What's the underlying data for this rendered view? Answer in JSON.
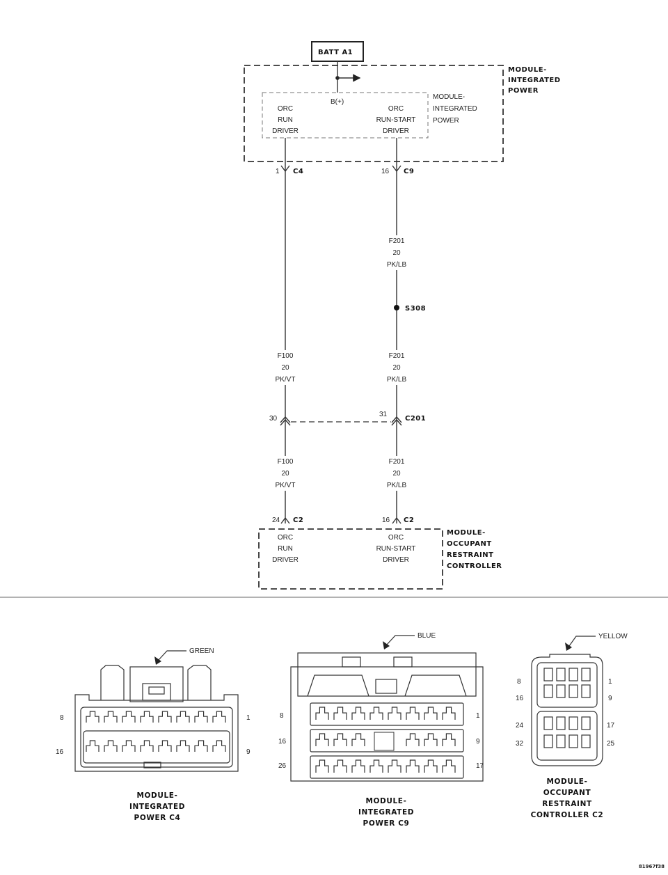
{
  "schematic": {
    "battery_label": "BATT A1",
    "ipm_title": [
      "MODULE-",
      "INTEGRATED",
      "POWER"
    ],
    "ipm_inner_title": [
      "MODULE-",
      "INTEGRATED",
      "POWER"
    ],
    "bplus_label": "B(+)",
    "ipm_driver_left": [
      "ORC",
      "RUN",
      "DRIVER"
    ],
    "ipm_driver_right": [
      "ORC",
      "RUN-START",
      "DRIVER"
    ],
    "left_connector_pin": "1",
    "left_connector_name": "C4",
    "right_connector_pin": "16",
    "right_connector_name": "C9",
    "wire_right_top": [
      "F201",
      "20",
      "PK/LB"
    ],
    "splice_label": "S308",
    "wire_left_mid": [
      "F100",
      "20",
      "PK/VT"
    ],
    "wire_right_mid": [
      "F201",
      "20",
      "PK/LB"
    ],
    "inline_left_pin": "30",
    "inline_right_pin": "31",
    "inline_connector_name": "C201",
    "wire_left_bottom": [
      "F100",
      "20",
      "PK/VT"
    ],
    "wire_right_bottom": [
      "F201",
      "20",
      "PK/LB"
    ],
    "orc_left_pin": "24",
    "orc_left_connector": "C2",
    "orc_right_pin": "16",
    "orc_right_connector": "C2",
    "orc_driver_left": [
      "ORC",
      "RUN",
      "DRIVER"
    ],
    "orc_driver_right": [
      "ORC",
      "RUN-START",
      "DRIVER"
    ],
    "orc_title": [
      "MODULE-",
      "OCCUPANT",
      "RESTRAINT",
      "CONTROLLER"
    ]
  },
  "connector_views": {
    "c4": {
      "color": "GREEN",
      "pins": {
        "top_left": "8",
        "top_right": "1",
        "bottom_left": "16",
        "bottom_right": "9"
      },
      "caption": [
        "MODULE-",
        "INTEGRATED",
        "POWER C4"
      ]
    },
    "c9": {
      "color": "BLUE",
      "pins": {
        "row1_left": "8",
        "row1_right": "1",
        "row2_left": "16",
        "row2_right": "9",
        "row3_left": "26",
        "row3_right": "17"
      },
      "caption": [
        "MODULE-",
        "INTEGRATED",
        "POWER C9"
      ]
    },
    "c2": {
      "color": "YELLOW",
      "pins": {
        "r1_left": "8",
        "r1_right": "1",
        "r2_left": "16",
        "r2_right": "9",
        "r3_left": "24",
        "r3_right": "17",
        "r4_left": "32",
        "r4_right": "25"
      },
      "caption": [
        "MODULE-",
        "OCCUPANT",
        "RESTRAINT",
        "CONTROLLER C2"
      ]
    }
  },
  "figure_id": "81967f38"
}
